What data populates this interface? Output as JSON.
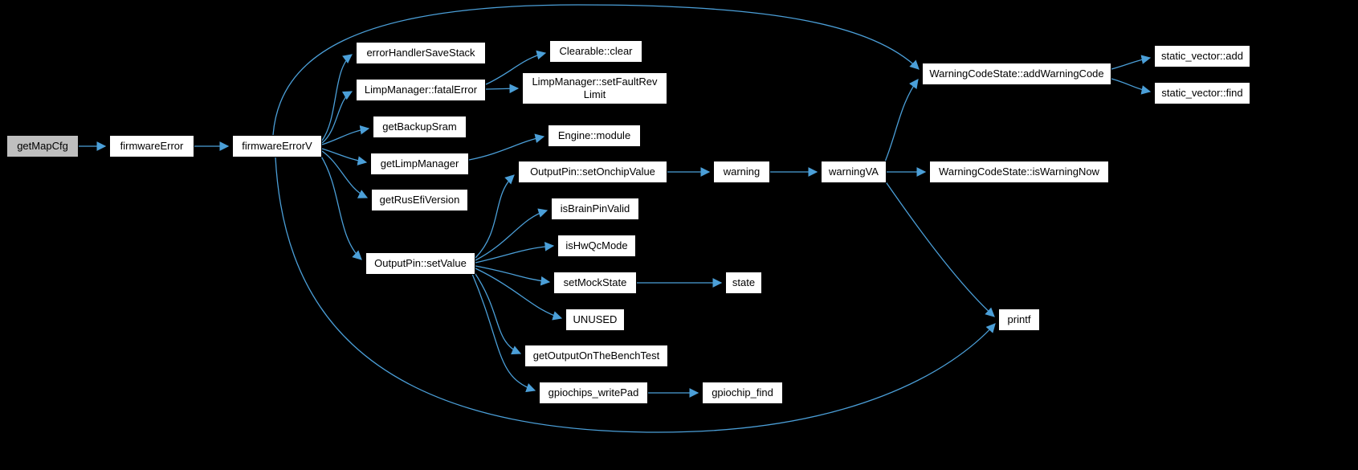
{
  "diagram_type": "doxygen-call-graph",
  "colors": {
    "background": "#000000",
    "edge": "#4b9fd8",
    "node_fill": "#ffffff",
    "node_fill_highlight": "#bfbfbf",
    "node_border": "#000000",
    "node_text": "#000000"
  },
  "nodes": [
    {
      "id": "getMapCfg",
      "label": "getMapCfg",
      "highlighted": true
    },
    {
      "id": "firmwareError",
      "label": "firmwareError"
    },
    {
      "id": "firmwareErrorV",
      "label": "firmwareErrorV"
    },
    {
      "id": "errorHandlerSaveStack",
      "label": "errorHandlerSaveStack"
    },
    {
      "id": "LimpManager::fatalError",
      "label": "LimpManager::fatalError"
    },
    {
      "id": "getBackupSram",
      "label": "getBackupSram"
    },
    {
      "id": "getLimpManager",
      "label": "getLimpManager"
    },
    {
      "id": "getRusEfiVersion",
      "label": "getRusEfiVersion"
    },
    {
      "id": "OutputPin::setValue",
      "label": "OutputPin::setValue"
    },
    {
      "id": "Clearable::clear",
      "label": "Clearable::clear"
    },
    {
      "id": "LimpManager::setFaultRevLimit",
      "label": "LimpManager::setFaultRev\nLimit"
    },
    {
      "id": "Engine::module",
      "label": "Engine::module"
    },
    {
      "id": "OutputPin::setOnchipValue",
      "label": "OutputPin::setOnchipValue"
    },
    {
      "id": "isBrainPinValid",
      "label": "isBrainPinValid"
    },
    {
      "id": "isHwQcMode",
      "label": "isHwQcMode"
    },
    {
      "id": "setMockState",
      "label": "setMockState"
    },
    {
      "id": "UNUSED",
      "label": "UNUSED"
    },
    {
      "id": "getOutputOnTheBenchTest",
      "label": "getOutputOnTheBenchTest"
    },
    {
      "id": "gpiochips_writePad",
      "label": "gpiochips_writePad"
    },
    {
      "id": "warning",
      "label": "warning"
    },
    {
      "id": "state",
      "label": "state"
    },
    {
      "id": "gpiochip_find",
      "label": "gpiochip_find"
    },
    {
      "id": "warningVA",
      "label": "warningVA"
    },
    {
      "id": "WarningCodeState::addWarningCode",
      "label": "WarningCodeState::addWarningCode"
    },
    {
      "id": "WarningCodeState::isWarningNow",
      "label": "WarningCodeState::isWarningNow"
    },
    {
      "id": "printf",
      "label": "printf"
    },
    {
      "id": "static_vector::add",
      "label": "static_vector::add"
    },
    {
      "id": "static_vector::find",
      "label": "static_vector::find"
    }
  ],
  "edges": [
    {
      "from": "getMapCfg",
      "to": "firmwareError"
    },
    {
      "from": "firmwareError",
      "to": "firmwareErrorV"
    },
    {
      "from": "firmwareErrorV",
      "to": "errorHandlerSaveStack"
    },
    {
      "from": "firmwareErrorV",
      "to": "LimpManager::fatalError"
    },
    {
      "from": "firmwareErrorV",
      "to": "getBackupSram"
    },
    {
      "from": "firmwareErrorV",
      "to": "getLimpManager"
    },
    {
      "from": "firmwareErrorV",
      "to": "getRusEfiVersion"
    },
    {
      "from": "firmwareErrorV",
      "to": "OutputPin::setValue"
    },
    {
      "from": "firmwareErrorV",
      "to": "WarningCodeState::addWarningCode"
    },
    {
      "from": "firmwareErrorV",
      "to": "printf"
    },
    {
      "from": "LimpManager::fatalError",
      "to": "Clearable::clear"
    },
    {
      "from": "LimpManager::fatalError",
      "to": "LimpManager::setFaultRevLimit"
    },
    {
      "from": "getLimpManager",
      "to": "Engine::module"
    },
    {
      "from": "OutputPin::setValue",
      "to": "OutputPin::setOnchipValue"
    },
    {
      "from": "OutputPin::setValue",
      "to": "isBrainPinValid"
    },
    {
      "from": "OutputPin::setValue",
      "to": "isHwQcMode"
    },
    {
      "from": "OutputPin::setValue",
      "to": "setMockState"
    },
    {
      "from": "OutputPin::setValue",
      "to": "UNUSED"
    },
    {
      "from": "OutputPin::setValue",
      "to": "getOutputOnTheBenchTest"
    },
    {
      "from": "OutputPin::setValue",
      "to": "gpiochips_writePad"
    },
    {
      "from": "OutputPin::setOnchipValue",
      "to": "warning"
    },
    {
      "from": "setMockState",
      "to": "state"
    },
    {
      "from": "gpiochips_writePad",
      "to": "gpiochip_find"
    },
    {
      "from": "warning",
      "to": "warningVA"
    },
    {
      "from": "warningVA",
      "to": "WarningCodeState::addWarningCode"
    },
    {
      "from": "warningVA",
      "to": "WarningCodeState::isWarningNow"
    },
    {
      "from": "warningVA",
      "to": "printf"
    },
    {
      "from": "WarningCodeState::addWarningCode",
      "to": "static_vector::add"
    },
    {
      "from": "WarningCodeState::addWarningCode",
      "to": "static_vector::find"
    }
  ]
}
